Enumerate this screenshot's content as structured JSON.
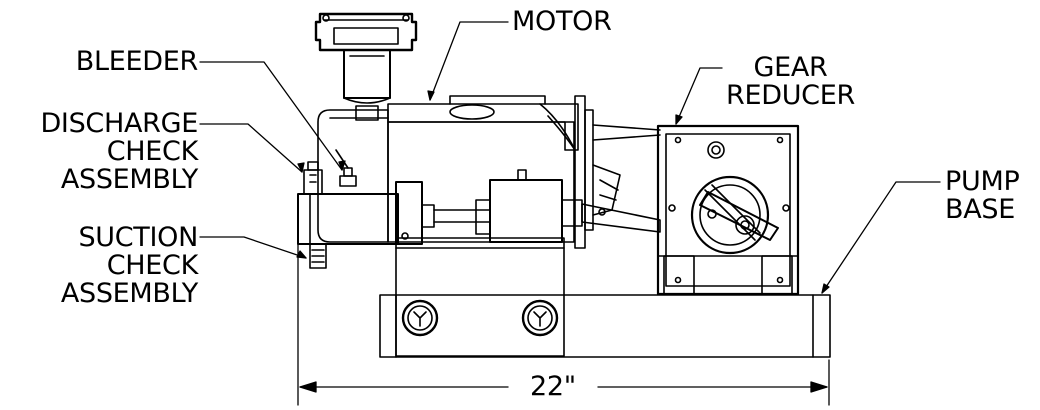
{
  "labels": {
    "motor": "MOTOR",
    "bleeder": "BLEEDER",
    "gear_reducer": [
      "GEAR",
      "REDUCER"
    ],
    "discharge_check": [
      "DISCHARGE",
      "CHECK",
      "ASSEMBLY"
    ],
    "suction_check": [
      "SUCTION",
      "CHECK",
      "ASSEMBLY"
    ],
    "pump_base": [
      "PUMP",
      "BASE"
    ]
  },
  "dimension": "22\""
}
